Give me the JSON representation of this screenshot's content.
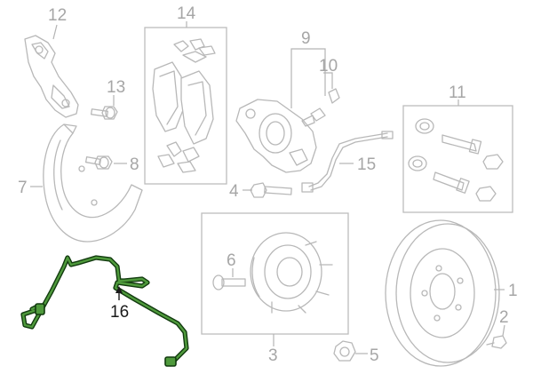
{
  "callouts": {
    "c1": "1",
    "c2": "2",
    "c3": "3",
    "c4": "4",
    "c5": "5",
    "c6": "6",
    "c7": "7",
    "c8": "8",
    "c9": "9",
    "c10": "10",
    "c11": "11",
    "c12": "12",
    "c13": "13",
    "c14": "14",
    "c15": "15",
    "c16": "16"
  },
  "colors": {
    "parts": "#b8b8b8",
    "callout_text": "#a6a6a6",
    "highlight_text": "#1a1a1a",
    "highlight_part_outline": "#123b0f",
    "highlight_part_fill": "#4f9a3c"
  },
  "highlighted_part": "16"
}
